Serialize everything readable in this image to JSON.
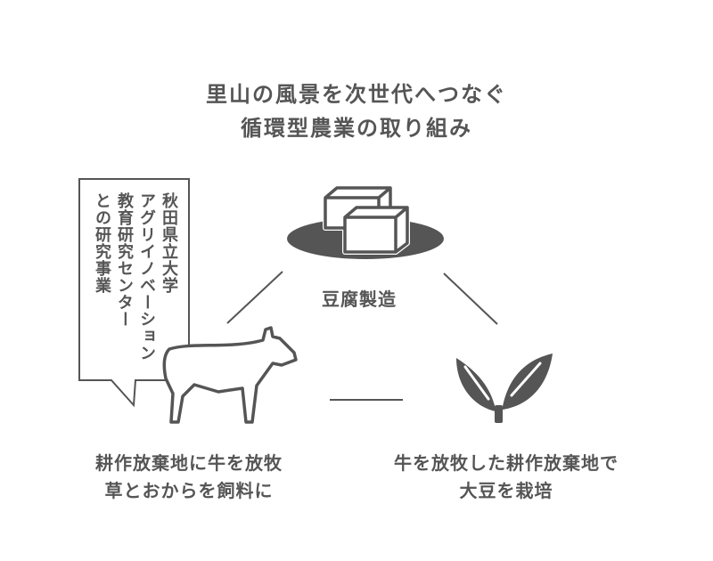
{
  "title": {
    "line1": "里山の風景を次世代へつなぐ",
    "line2": "循環型農業の取り組み"
  },
  "callout": {
    "lines": [
      "秋田県立大学",
      "アグリイノベーション",
      "教育研究センター",
      "との研究事業"
    ]
  },
  "nodes": {
    "tofu": {
      "label": "豆腐製造",
      "icon": "tofu-icon"
    },
    "cattle": {
      "line1": "耕作放棄地に牛を放牧",
      "line2": "草とおからを飼料に",
      "icon": "cow-icon"
    },
    "soy": {
      "line1": "牛を放牧した耕作放棄地で",
      "line2": "大豆を栽培",
      "icon": "sprout-icon"
    }
  },
  "colors": {
    "ink": "#555555"
  }
}
